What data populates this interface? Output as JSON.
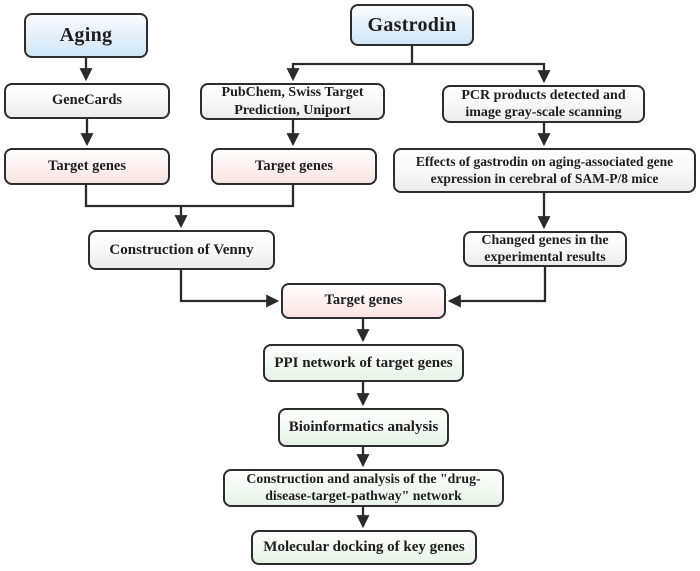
{
  "diagram": {
    "nodes": {
      "aging": {
        "label": "Aging"
      },
      "gastrodin": {
        "label": "Gastrodin"
      },
      "genecards": {
        "label": "GeneCards"
      },
      "tg_aging": {
        "label": "Target genes"
      },
      "pubchem": {
        "label": "PubChem, Swiss Target Prediction, Uniport"
      },
      "tg_gastrodin": {
        "label": "Target genes"
      },
      "pcr": {
        "label": "PCR products detected and image gray-scale scanning"
      },
      "effects": {
        "label": "Effects of gastrodin on aging-associated gene expression in cerebral of SAM-P/8 mice"
      },
      "venny": {
        "label": "Construction of Venny"
      },
      "changed": {
        "label": "Changed genes in the experimental results"
      },
      "tg_merged": {
        "label": "Target genes"
      },
      "ppi": {
        "label": "PPI network of target genes"
      },
      "bioinfo": {
        "label": "Bioinformatics analysis"
      },
      "network": {
        "label": "Construction and analysis of the \"drug-disease-target-pathway\" network"
      },
      "docking": {
        "label": "Molecular docking of key genes"
      }
    },
    "colors": {
      "source_box_fill": "#d0e6f6",
      "process_box_fill": "#ececec",
      "target_genes_box_fill": "#f8e4e2",
      "analysis_box_fill": "#e7f3e8",
      "box_border": "#2d2d2d",
      "arrow": "#2b2b2b",
      "text": "#1e1e1e",
      "background": "#ffffff"
    }
  }
}
